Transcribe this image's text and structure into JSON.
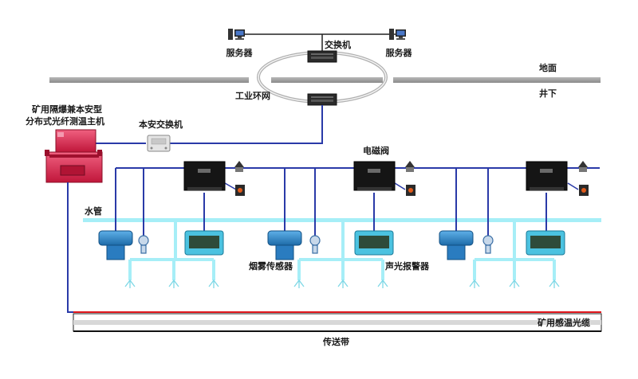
{
  "labels": {
    "server_left": "服务器",
    "server_right": "服务器",
    "switch": "交换机",
    "ground": "地面",
    "underground": "井下",
    "ring_network": "工业环网",
    "host_line1": "矿用隔爆兼本安型",
    "host_line2": "分布式光纤测温主机",
    "safety_switch": "本安交换机",
    "solenoid_valve": "电磁阀",
    "water_pipe": "水管",
    "smoke_sensor": "烟雾传感器",
    "alarm": "声光报警器",
    "fiber_cable": "矿用感温光缆",
    "conveyor": "传送带"
  },
  "colors": {
    "link_blue": "#2a3aa8",
    "pipe_cyan": "#a6eef7",
    "fiber_red": "#e0161c",
    "host_red": "#e0244a",
    "floor_gray": "#9b9b9b",
    "device_blue": "#2f86c9",
    "alarm_panel": "#4bc2e0"
  }
}
